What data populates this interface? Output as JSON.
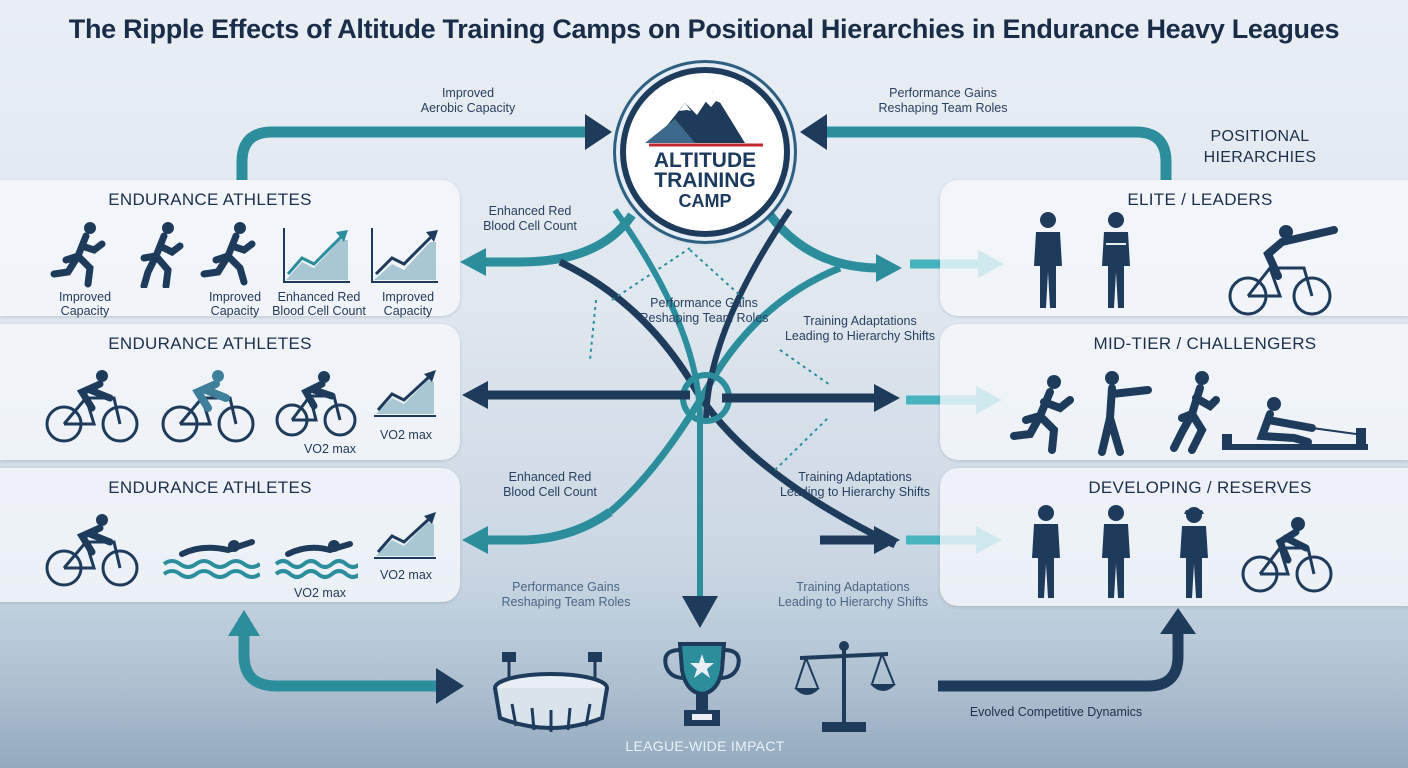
{
  "title": "The Ripple Effects of Altitude Training Camps on Positional Hierarchies in Endurance Heavy Leagues",
  "hub": {
    "line1": "ALTITUDE",
    "line2": "TRAINING",
    "line3": "CAMP"
  },
  "top_labels": {
    "left": [
      "Improved",
      "Aerobic Capacity"
    ],
    "right": [
      "Performance Gains",
      "Reshaping Team Roles"
    ]
  },
  "positional_title": [
    "POSITIONAL",
    "HIERARCHIES"
  ],
  "left_panels": [
    {
      "heading": "ENDURANCE ATHLETES",
      "captions": [
        [
          "Improved",
          "Capacity"
        ],
        [
          "Improved",
          "Capacity"
        ],
        [
          "Enhanced Red",
          "Blood Cell Count"
        ],
        [
          "Improved",
          "Capacity"
        ]
      ]
    },
    {
      "heading": "ENDURANCE ATHLETES",
      "captions": [
        [
          "VO2 max"
        ],
        [
          "VO2 max"
        ]
      ]
    },
    {
      "heading": "ENDURANCE ATHLETES",
      "captions": [
        [
          "VO2 max"
        ],
        [
          "VO2 max"
        ]
      ]
    }
  ],
  "right_panels": [
    {
      "heading": "ELITE / LEADERS"
    },
    {
      "heading": "MID-TIER / CHALLENGERS"
    },
    {
      "heading": "DEVELOPING / RESERVES"
    }
  ],
  "flow_labels": {
    "a": [
      "Enhanced Red",
      "Blood Cell Count"
    ],
    "b": [
      "Performance Gains",
      "Reshaping Team Roles"
    ],
    "c": [
      "Training Adaptations",
      "Leading to Hierarchy Shifts"
    ],
    "d": [
      "Enhanced Red",
      "Blood Cell Count"
    ],
    "e": [
      "Training Adaptations",
      "Leading to Hierarchy Shifts"
    ],
    "f": [
      "Performance Gains",
      "Reshaping Team Roles"
    ],
    "g": [
      "Training Adaptations",
      "Leading to Hierarchy Shifts"
    ]
  },
  "bottom": {
    "league_label": "LEAGUE-WIDE IMPACT",
    "right_label": "Evolved Competitive Dynamics"
  },
  "colors": {
    "navy": "#1f3b5c",
    "teal": "#2c8e9d",
    "teal_light": "#46b3bf",
    "text": "#1b2f4a"
  },
  "icons": [
    "runner-icon",
    "cyclist-icon",
    "swimmer-icon",
    "growth-chart-icon",
    "mountain-icon",
    "standing-athlete-icon",
    "coach-pointing-icon",
    "rower-icon",
    "stadium-icon",
    "trophy-icon",
    "balance-scale-icon"
  ]
}
